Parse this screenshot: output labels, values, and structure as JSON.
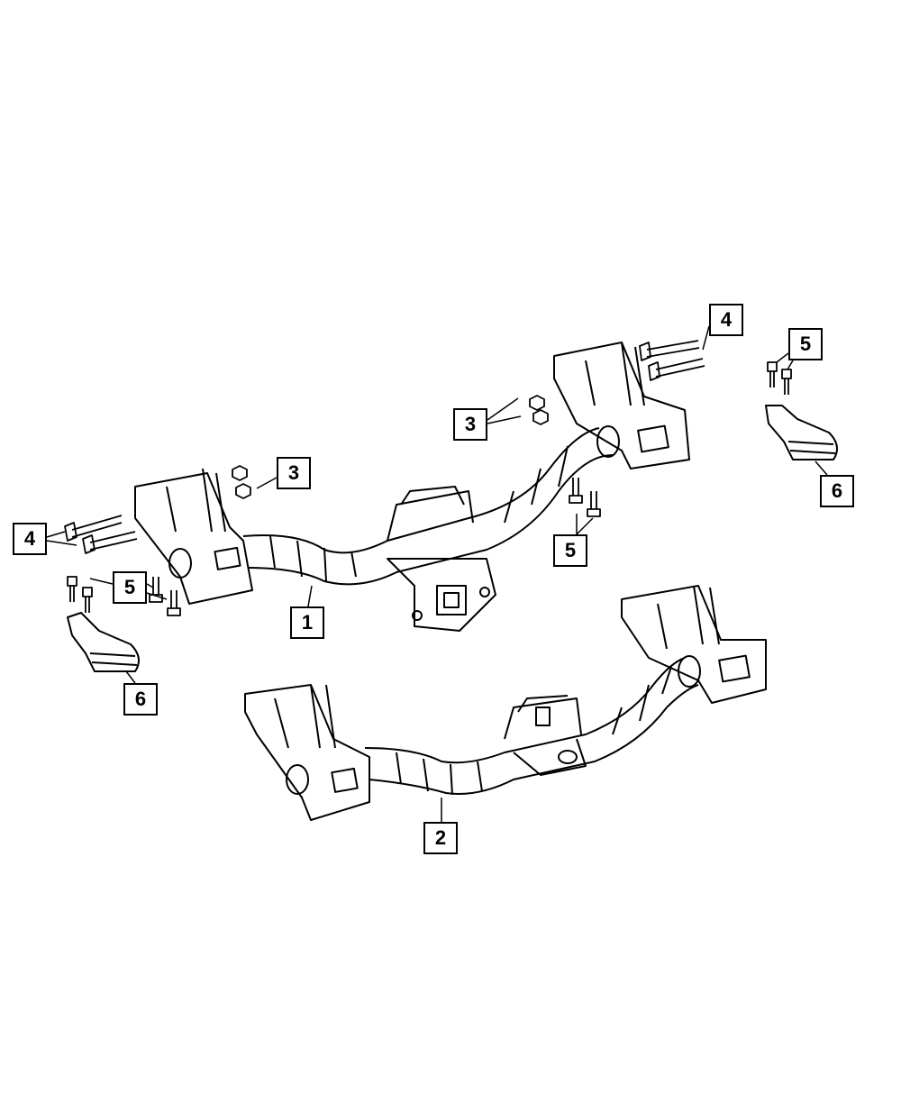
{
  "diagram": {
    "callouts": [
      {
        "id": "c1",
        "label": "1",
        "part": "hitch-with-receiver"
      },
      {
        "id": "c2",
        "label": "2",
        "part": "hitch-without-receiver"
      },
      {
        "id": "c3a",
        "label": "3",
        "part": "nut"
      },
      {
        "id": "c3b",
        "label": "3",
        "part": "nut"
      },
      {
        "id": "c4a",
        "label": "4",
        "part": "bolt"
      },
      {
        "id": "c4b",
        "label": "4",
        "part": "bolt"
      },
      {
        "id": "c5a",
        "label": "5",
        "part": "bolt"
      },
      {
        "id": "c5b",
        "label": "5",
        "part": "bolt"
      },
      {
        "id": "c5c",
        "label": "5",
        "part": "bolt"
      },
      {
        "id": "c6a",
        "label": "6",
        "part": "tow-hook"
      },
      {
        "id": "c6b",
        "label": "6",
        "part": "tow-hook"
      }
    ],
    "line_color": "#000000",
    "background": "#ffffff"
  }
}
